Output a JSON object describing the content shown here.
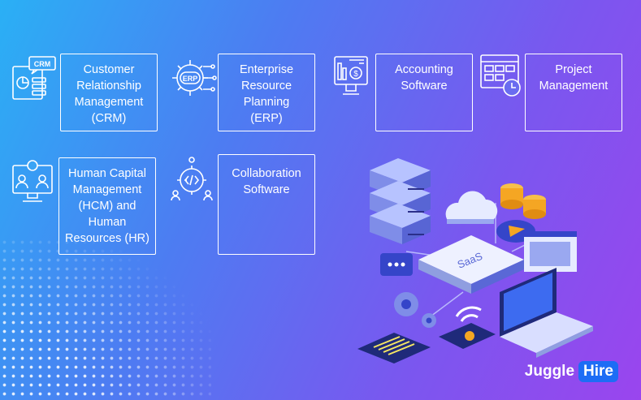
{
  "cards": [
    {
      "id": "crm",
      "label": "Customer\nRelationship\nManagement\n(CRM)",
      "icon": "crm-icon",
      "icon_text": "CRM"
    },
    {
      "id": "erp",
      "label": "Enterprise\nResource\nPlanning\n(ERP)",
      "icon": "erp-gear-icon",
      "icon_text": "ERP"
    },
    {
      "id": "accounting",
      "label": "Accounting\nSoftware",
      "icon": "accounting-monitor-icon"
    },
    {
      "id": "project",
      "label": "Project\nManagement",
      "icon": "project-board-icon"
    },
    {
      "id": "hcm",
      "label": "Human Capital\nManagement\n(HCM) and\nHuman\nResources (HR)",
      "icon": "hcm-monitor-icon"
    },
    {
      "id": "collab",
      "label": "Collaboration\nSoftware",
      "icon": "collaboration-gear-icon"
    }
  ],
  "illustration": {
    "saas_label": "SaaS"
  },
  "logo": {
    "part1": "Juggle",
    "part2": "Hire"
  },
  "colors": {
    "gradient_start": "#2ab0f5",
    "gradient_end": "#9a45ee",
    "hire_badge": "#1d6df5",
    "server": "#8f9ee0",
    "coin": "#f5a623"
  }
}
